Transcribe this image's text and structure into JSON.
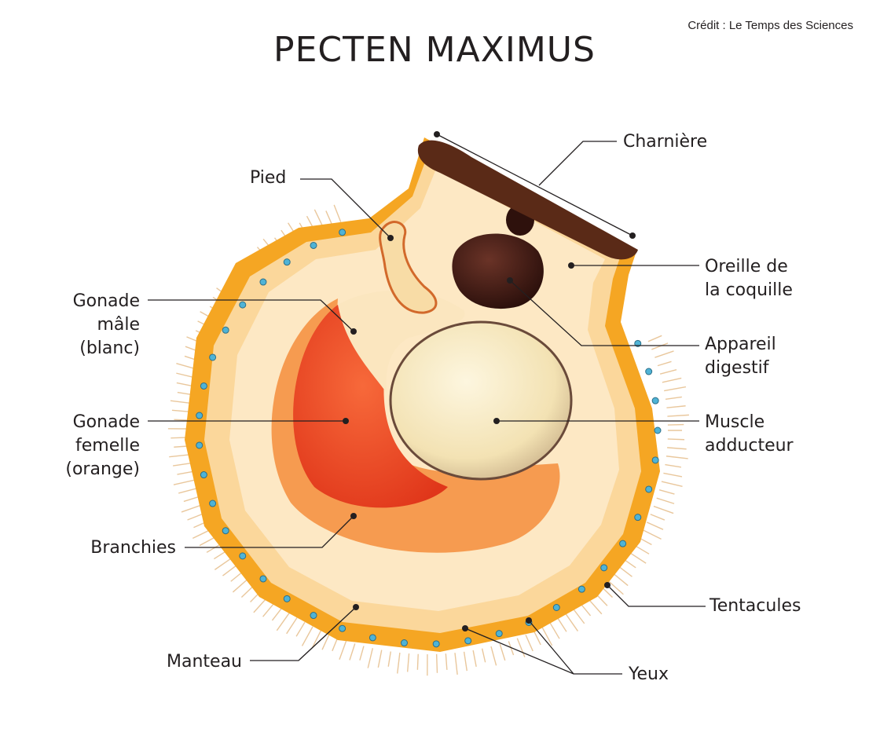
{
  "credit": "Crédit : Le Temps des Sciences",
  "title": "PECTEN MAXIMUS",
  "labels": {
    "charniere": "Charnière",
    "pied": "Pied",
    "oreille_1": "Oreille de",
    "oreille_2": "la coquille",
    "gonade_male_1": "Gonade",
    "gonade_male_2": "mâle",
    "gonade_male_3": "(blanc)",
    "appareil_1": "Appareil",
    "appareil_2": "digestif",
    "gonade_femelle_1": "Gonade",
    "gonade_femelle_2": "femelle",
    "gonade_femelle_3": "(orange)",
    "muscle_1": "Muscle",
    "muscle_2": "adducteur",
    "branchies": "Branchies",
    "tentacules": "Tentacules",
    "manteau": "Manteau",
    "yeux": "Yeux"
  },
  "colors": {
    "shell_outer": "#f5a623",
    "mantle": "#fbd79b",
    "shell_inner": "#fde8c4",
    "gonad_orange": "#ef4a1f",
    "gonad_white": "#fbe6bf",
    "muscle": "#f7ecc9",
    "digestive": "#3b1a14",
    "hinge": "#5a2a17",
    "eyes": "#4fb3d6"
  }
}
